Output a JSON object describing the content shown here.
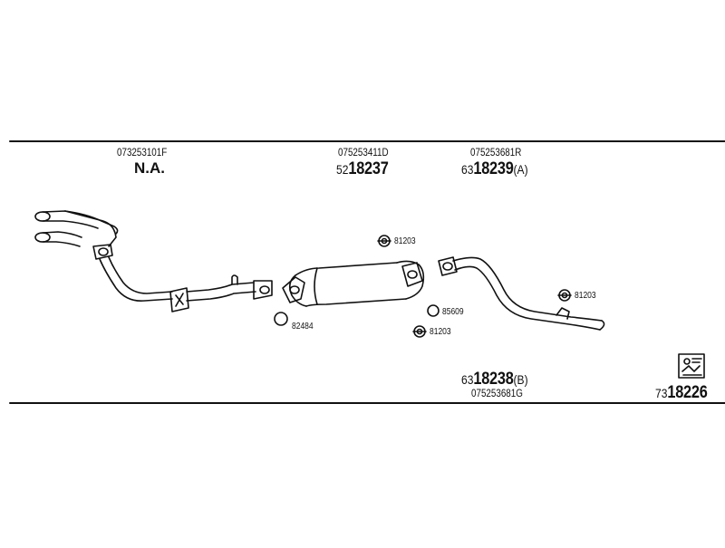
{
  "top_oem": {
    "left": "073253101F",
    "mid": "075253411D",
    "right": "075253681R"
  },
  "top_main": {
    "left_na": "N.A.",
    "mid_prefix": "52",
    "mid_number": "18237",
    "right_prefix": "63",
    "right_number": "18239",
    "right_suffix": "(A)"
  },
  "bottom": {
    "mid_prefix": "63",
    "mid_number": "18238",
    "mid_suffix": "(B)",
    "mid_oem": "075253681G",
    "right_prefix": "73",
    "right_number": "18226"
  },
  "small_parts": {
    "hanger_top": "81203",
    "hanger_right": "81203",
    "hanger_bottom": "81203",
    "ring_left": "82484",
    "ring_mid": "85609"
  }
}
